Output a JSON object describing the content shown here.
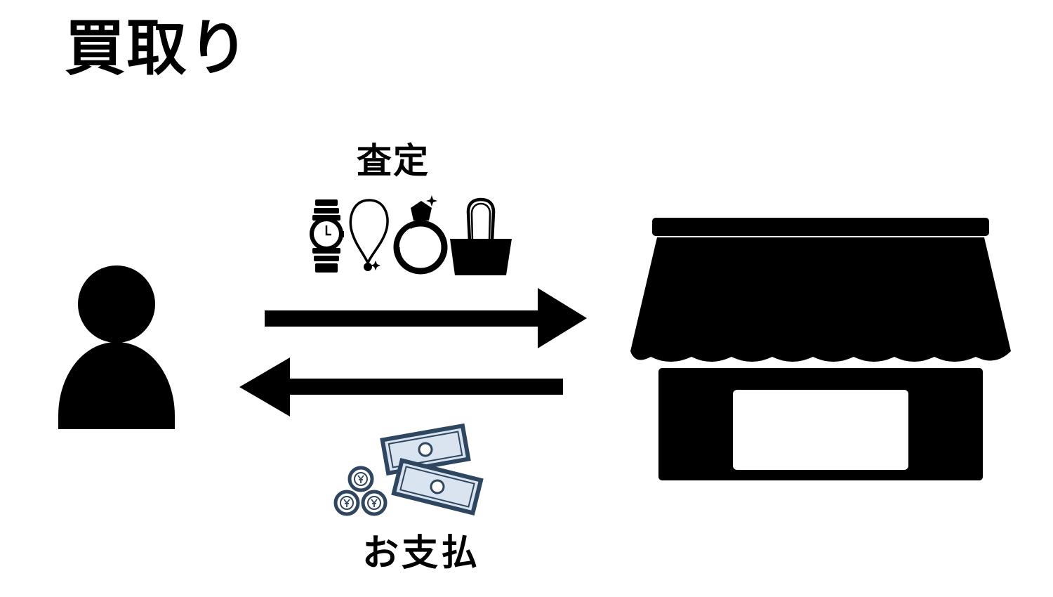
{
  "title": "買取り",
  "flow_top": {
    "label": "査定",
    "items": [
      "watch-icon",
      "necklace-icon",
      "ring-icon",
      "bag-icon"
    ]
  },
  "flow_bottom": {
    "label": "お支払",
    "items": [
      "coins-icon",
      "banknotes-icon"
    ]
  },
  "actors": [
    "person-icon",
    "store-icon"
  ],
  "colors": {
    "ink": "#000000",
    "money_stroke": "#2f4660",
    "money_fill": "#d9e4f0",
    "background": "#ffffff"
  }
}
